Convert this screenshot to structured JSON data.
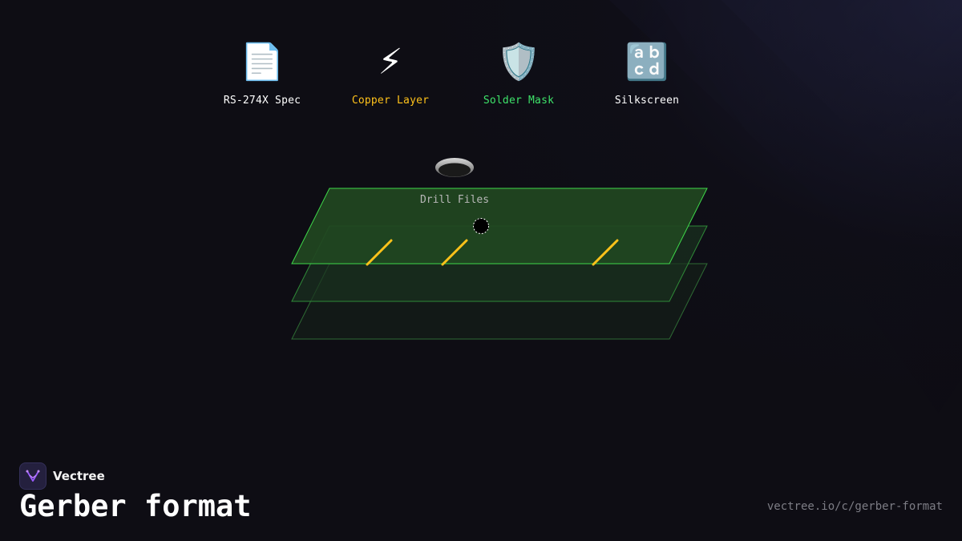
{
  "icons": [
    {
      "name": "document-icon",
      "glyph": "📄",
      "label": "RS-274X Spec",
      "color": "#ffffff"
    },
    {
      "name": "lightning-icon",
      "glyph": "⚡",
      "label": "Copper Layer",
      "color": "#ffc21a"
    },
    {
      "name": "shield-icon",
      "glyph": "🛡️",
      "label": "Solder Mask",
      "color": "#3ee36a"
    },
    {
      "name": "abcd-icon",
      "glyph": "🔡",
      "label": "Silkscreen",
      "color": "#ffffff"
    }
  ],
  "stack": {
    "drill_label": "Drill Files",
    "top_layer_color": "#3fd84a",
    "trace_color": "#ffc21a"
  },
  "brand": {
    "name": "Vectree",
    "accent": "#9b5bff"
  },
  "footer": {
    "title": "Gerber format",
    "url": "vectree.io/c/gerber-format"
  }
}
